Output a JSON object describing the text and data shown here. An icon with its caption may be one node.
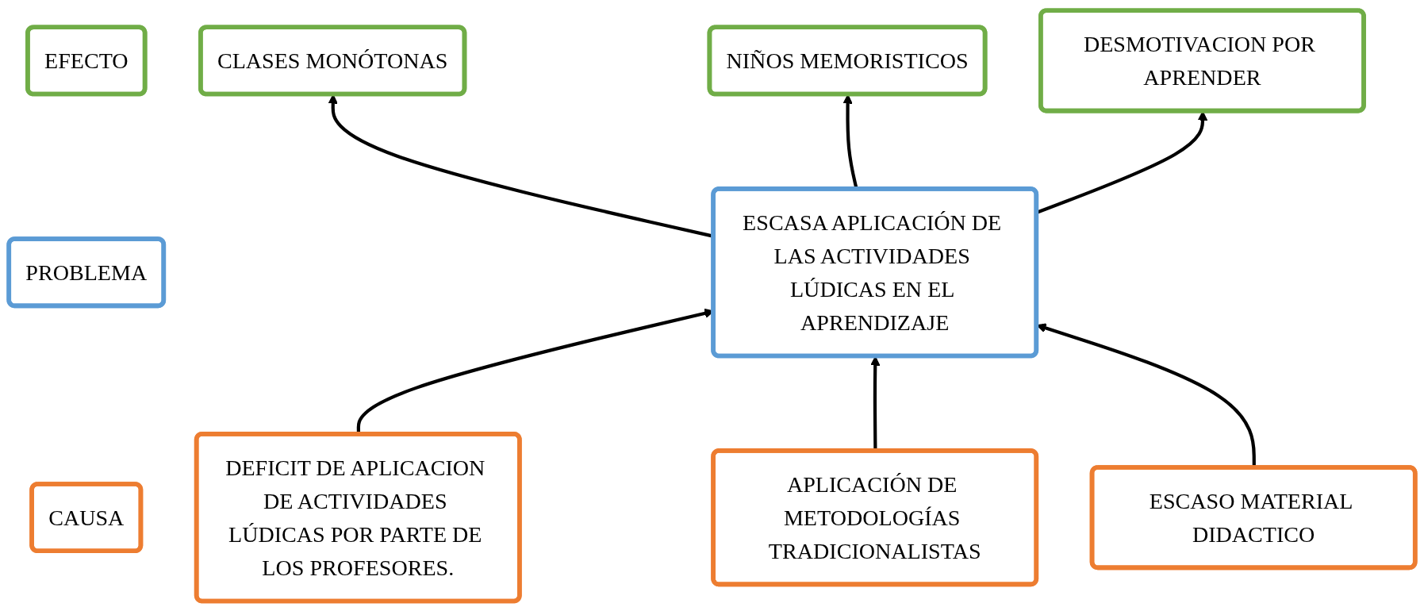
{
  "diagram": {
    "nodes": [
      {
        "text": [
          "EFECTO"
        ]
      },
      {
        "text": [
          "CLASES MONÓTONAS"
        ]
      },
      {
        "text": [
          "NIÑOS MEMORISTICOS"
        ]
      },
      {
        "text": [
          "DESMOTIVACION POR APRENDER"
        ]
      },
      {
        "text": [
          "PROBLEMA"
        ]
      },
      {
        "text": [
          "ESCASA APLICACIÓN DE LAS ACTIVIDADES LÚDICAS EN EL APRENDIZAJE"
        ]
      },
      {
        "text": [
          "CAUSA"
        ]
      },
      {
        "text": [
          "DEFICIT DE APLICACION DE ACTIVIDADES LÚDICAS POR PARTE DE LOS PROFESORES."
        ]
      },
      {
        "text": [
          "APLICACIÓN DE METODOLOGÍAS TRADICIONALISTAS"
        ]
      },
      {
        "text": [
          "ESCASO MATERIAL DIDACTICO"
        ]
      }
    ],
    "edges": [
      {
        "from": 5,
        "to": 1,
        "arrow": "to"
      },
      {
        "from": 5,
        "to": 2,
        "arrow": "to"
      },
      {
        "from": 5,
        "to": 3,
        "arrow": "to"
      },
      {
        "from": 7,
        "to": 5,
        "arrow": "to"
      },
      {
        "from": 8,
        "to": 5,
        "arrow": "to"
      },
      {
        "from": 9,
        "to": 5,
        "arrow": "to"
      }
    ]
  }
}
